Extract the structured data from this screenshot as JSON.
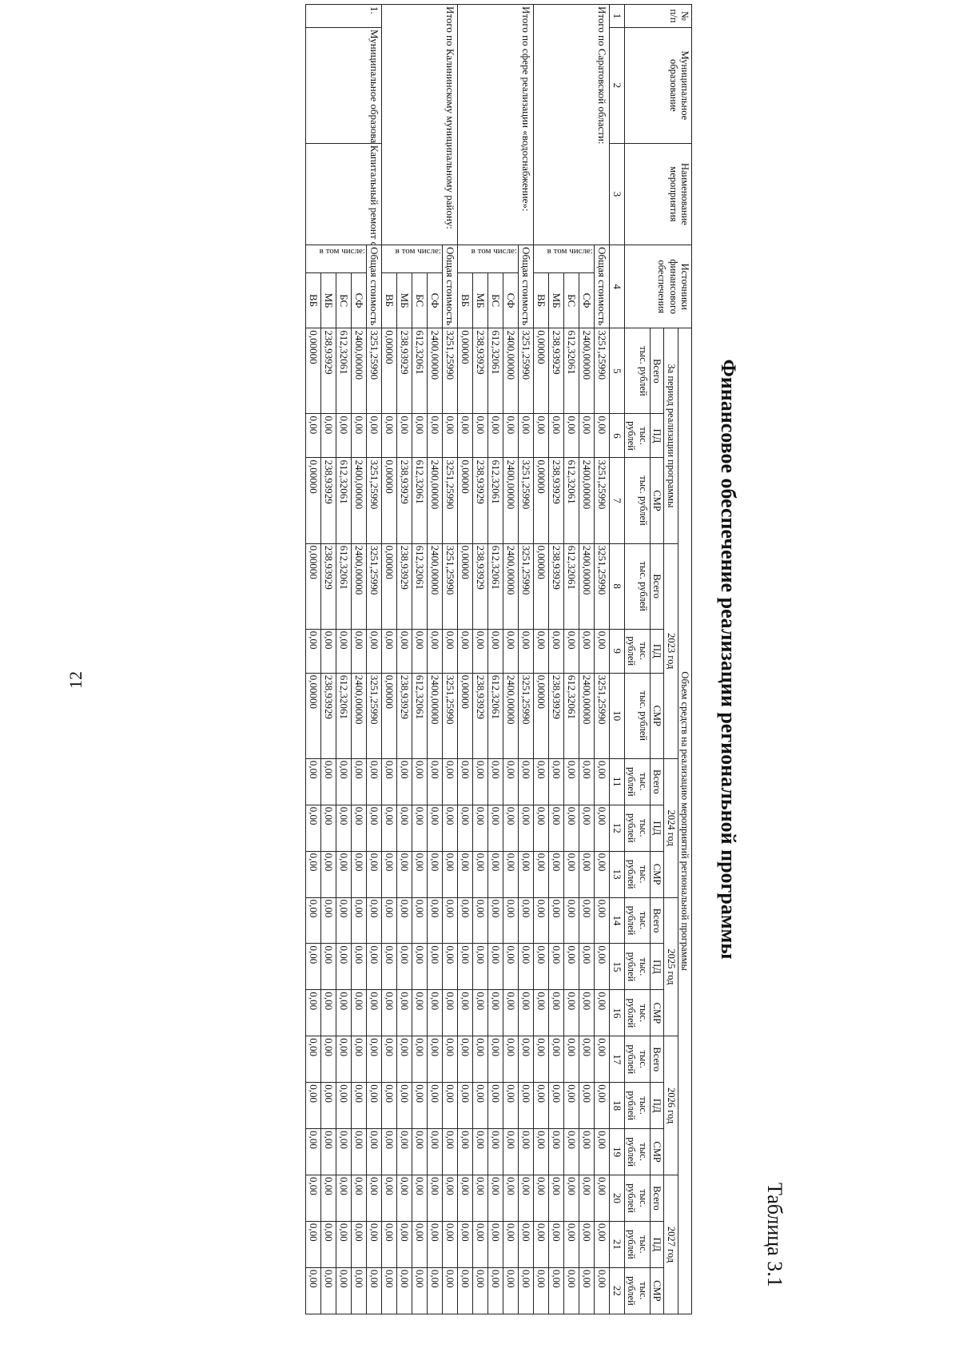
{
  "page_number": "12",
  "table_label": "Таблица 3.1",
  "heading": "Финансовое обеспечение реализации региональной программы",
  "header": {
    "col_num": "№ п/п",
    "col_mo": "Муниципальное образование",
    "col_name": "Наименование мероприятия",
    "col_src": "Источники финансового обеспечения",
    "volume": "Объем средств на реализацию мероприятий региональной программы",
    "period": "За период реализации программы",
    "years": [
      "2023 год",
      "2024 год",
      "2025 год",
      "2026 год",
      "2027 год"
    ],
    "vsego": "Всего",
    "pd": "ПД",
    "smr": "СМР",
    "unit_long": "тыс. рублей",
    "unit_short": "тыс. рублей",
    "col_numbers": [
      "1",
      "2",
      "3",
      "4",
      "5",
      "6",
      "7",
      "8",
      "9",
      "10",
      "11",
      "12",
      "13",
      "14",
      "15",
      "16",
      "17",
      "18",
      "19",
      "20",
      "21",
      "22"
    ]
  },
  "groups": [
    {
      "label": "Итого по Саратовской области:",
      "rows": [
        {
          "src": "Общая стоимость",
          "v": [
            "3251,25990",
            "0,00",
            "3251,25990",
            "3251,25990",
            "0,00",
            "3251,25990",
            "0,00",
            "0,00",
            "0,00",
            "0,00",
            "0,00",
            "0,00",
            "0,00",
            "0,00",
            "0,00",
            "0,00",
            "0,00",
            "0,00"
          ]
        },
        {
          "src": "СФ",
          "v": [
            "2400,00000",
            "0,00",
            "2400,00000",
            "2400,00000",
            "0,00",
            "2400,00000",
            "0,00",
            "0,00",
            "0,00",
            "0,00",
            "0,00",
            "0,00",
            "0,00",
            "0,00",
            "0,00",
            "0,00",
            "0,00",
            "0,00"
          ]
        },
        {
          "src": "БС",
          "v": [
            "612,32061",
            "0,00",
            "612,32061",
            "612,32061",
            "0,00",
            "612,32061",
            "0,00",
            "0,00",
            "0,00",
            "0,00",
            "0,00",
            "0,00",
            "0,00",
            "0,00",
            "0,00",
            "0,00",
            "0,00",
            "0,00"
          ]
        },
        {
          "src": "МБ",
          "v": [
            "238,93929",
            "0,00",
            "238,93929",
            "238,93929",
            "0,00",
            "238,93929",
            "0,00",
            "0,00",
            "0,00",
            "0,00",
            "0,00",
            "0,00",
            "0,00",
            "0,00",
            "0,00",
            "0,00",
            "0,00",
            "0,00"
          ]
        },
        {
          "src": "ВБ",
          "v": [
            "0,00000",
            "0,00",
            "0,00000",
            "0,00000",
            "0,00",
            "0,00000",
            "0,00",
            "0,00",
            "0,00",
            "0,00",
            "0,00",
            "0,00",
            "0,00",
            "0,00",
            "0,00",
            "0,00",
            "0,00",
            "0,00"
          ]
        }
      ]
    },
    {
      "label": "Итого по сфере реализации «водоснабжение»:",
      "rows": [
        {
          "src": "Общая стоимость",
          "v": [
            "3251,25990",
            "0,00",
            "3251,25990",
            "3251,25990",
            "0,00",
            "3251,25990",
            "0,00",
            "0,00",
            "0,00",
            "0,00",
            "0,00",
            "0,00",
            "0,00",
            "0,00",
            "0,00",
            "0,00",
            "0,00",
            "0,00"
          ]
        },
        {
          "src": "СФ",
          "v": [
            "2400,00000",
            "0,00",
            "2400,00000",
            "2400,00000",
            "0,00",
            "2400,00000",
            "0,00",
            "0,00",
            "0,00",
            "0,00",
            "0,00",
            "0,00",
            "0,00",
            "0,00",
            "0,00",
            "0,00",
            "0,00",
            "0,00"
          ]
        },
        {
          "src": "БС",
          "v": [
            "612,32061",
            "0,00",
            "612,32061",
            "612,32061",
            "0,00",
            "612,32061",
            "0,00",
            "0,00",
            "0,00",
            "0,00",
            "0,00",
            "0,00",
            "0,00",
            "0,00",
            "0,00",
            "0,00",
            "0,00",
            "0,00"
          ]
        },
        {
          "src": "МБ",
          "v": [
            "238,93929",
            "0,00",
            "238,93929",
            "238,93929",
            "0,00",
            "238,93929",
            "0,00",
            "0,00",
            "0,00",
            "0,00",
            "0,00",
            "0,00",
            "0,00",
            "0,00",
            "0,00",
            "0,00",
            "0,00",
            "0,00"
          ]
        },
        {
          "src": "ВБ",
          "v": [
            "0,00000",
            "0,00",
            "0,00000",
            "0,00000",
            "0,00",
            "0,00000",
            "0,00",
            "0,00",
            "0,00",
            "0,00",
            "0,00",
            "0,00",
            "0,00",
            "0,00",
            "0,00",
            "0,00",
            "0,00",
            "0,00"
          ]
        }
      ]
    },
    {
      "label": "Итого по Калининскому муниципальному району:",
      "rows": [
        {
          "src": "Общая стоимость",
          "v": [
            "3251,25990",
            "0,00",
            "3251,25990",
            "3251,25990",
            "0,00",
            "3251,25990",
            "0,00",
            "0,00",
            "0,00",
            "0,00",
            "0,00",
            "0,00",
            "0,00",
            "0,00",
            "0,00",
            "0,00",
            "0,00",
            "0,00"
          ]
        },
        {
          "src": "СФ",
          "v": [
            "2400,00000",
            "0,00",
            "2400,00000",
            "2400,00000",
            "0,00",
            "2400,00000",
            "0,00",
            "0,00",
            "0,00",
            "0,00",
            "0,00",
            "0,00",
            "0,00",
            "0,00",
            "0,00",
            "0,00",
            "0,00",
            "0,00"
          ]
        },
        {
          "src": "БС",
          "v": [
            "612,32061",
            "0,00",
            "612,32061",
            "612,32061",
            "0,00",
            "612,32061",
            "0,00",
            "0,00",
            "0,00",
            "0,00",
            "0,00",
            "0,00",
            "0,00",
            "0,00",
            "0,00",
            "0,00",
            "0,00",
            "0,00"
          ]
        },
        {
          "src": "МБ",
          "v": [
            "238,93929",
            "0,00",
            "238,93929",
            "238,93929",
            "0,00",
            "238,93929",
            "0,00",
            "0,00",
            "0,00",
            "0,00",
            "0,00",
            "0,00",
            "0,00",
            "0,00",
            "0,00",
            "0,00",
            "0,00",
            "0,00"
          ]
        },
        {
          "src": "ВБ",
          "v": [
            "0,00000",
            "0,00",
            "0,00000",
            "0,00000",
            "0,00",
            "0,00000",
            "0,00",
            "0,00",
            "0,00",
            "0,00",
            "0,00",
            "0,00",
            "0,00",
            "0,00",
            "0,00",
            "0,00",
            "0,00",
            "0,00"
          ]
        }
      ]
    }
  ],
  "item": {
    "num": "1.",
    "mo": "Муниципальное образование город Калининск",
    "name": "Капитальный ремонт сети водоснабжения, расположенной по адресу: Саратовская область, г. Калининск, ул. Советская",
    "rows": [
      {
        "src": "Общая стоимость",
        "v": [
          "3251,25990",
          "0,00",
          "3251,25990",
          "3251,25990",
          "0,00",
          "3251,25990",
          "0,00",
          "0,00",
          "0,00",
          "0,00",
          "0,00",
          "0,00",
          "0,00",
          "0,00",
          "0,00",
          "0,00",
          "0,00",
          "0,00"
        ]
      },
      {
        "src": "СФ",
        "v": [
          "2400,00000",
          "0,00",
          "2400,00000",
          "2400,00000",
          "0,00",
          "2400,00000",
          "0,00",
          "0,00",
          "0,00",
          "0,00",
          "0,00",
          "0,00",
          "0,00",
          "0,00",
          "0,00",
          "0,00",
          "0,00",
          "0,00"
        ]
      },
      {
        "src": "БС",
        "v": [
          "612,32061",
          "0,00",
          "612,32061",
          "612,32061",
          "0,00",
          "612,32061",
          "0,00",
          "0,00",
          "0,00",
          "0,00",
          "0,00",
          "0,00",
          "0,00",
          "0,00",
          "0,00",
          "0,00",
          "0,00",
          "0,00"
        ]
      },
      {
        "src": "МБ",
        "v": [
          "238,93929",
          "0,00",
          "238,93929",
          "238,93929",
          "0,00",
          "238,93929",
          "0,00",
          "0,00",
          "0,00",
          "0,00",
          "0,00",
          "0,00",
          "0,00",
          "0,00",
          "0,00",
          "0,00",
          "0,00",
          "0,00"
        ]
      },
      {
        "src": "ВБ",
        "v": [
          "0,00000",
          "0,00",
          "0,00000",
          "0,00000",
          "0,00",
          "0,00000",
          "0,00",
          "0,00",
          "0,00",
          "0,00",
          "0,00",
          "0,00",
          "0,00",
          "0,00",
          "0,00",
          "0,00",
          "0,00",
          "0,00"
        ]
      }
    ]
  },
  "v_tom_chisle": "в том числе:"
}
